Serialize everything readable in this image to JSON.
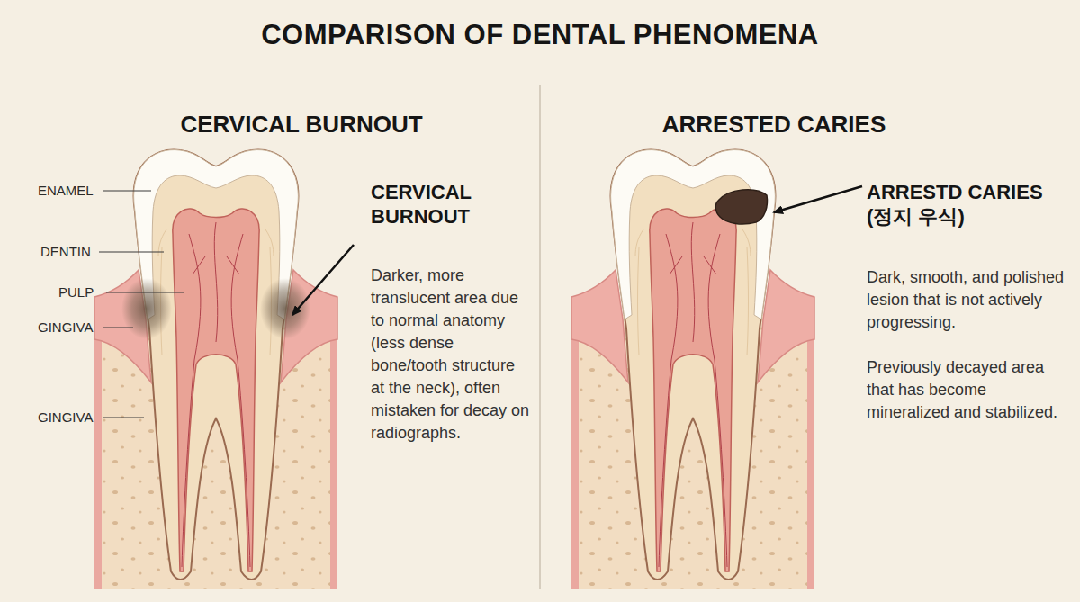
{
  "diagram": {
    "title": "COMPARISON OF DENTAL PHENOMENA",
    "labels": [
      "CERVICAL BURNOUT",
      "ARRESTED CARIES",
      "ENAMEL",
      "DENTIN",
      "PULP",
      "GINGIVA",
      "GINGIVA",
      "CERVICAL BURNOUT",
      "Darker, more translucent area due to normal anatomy (less dense bone/tooth structure at the neck), often mistaken for decay on radiographs.",
      "ARRESTD CARIES (정지 우식)",
      "Dark, smooth, and polished lesion that is not actively progressing.",
      "Previously decayed area that has become mineralized and stabilized."
    ]
  }
}
